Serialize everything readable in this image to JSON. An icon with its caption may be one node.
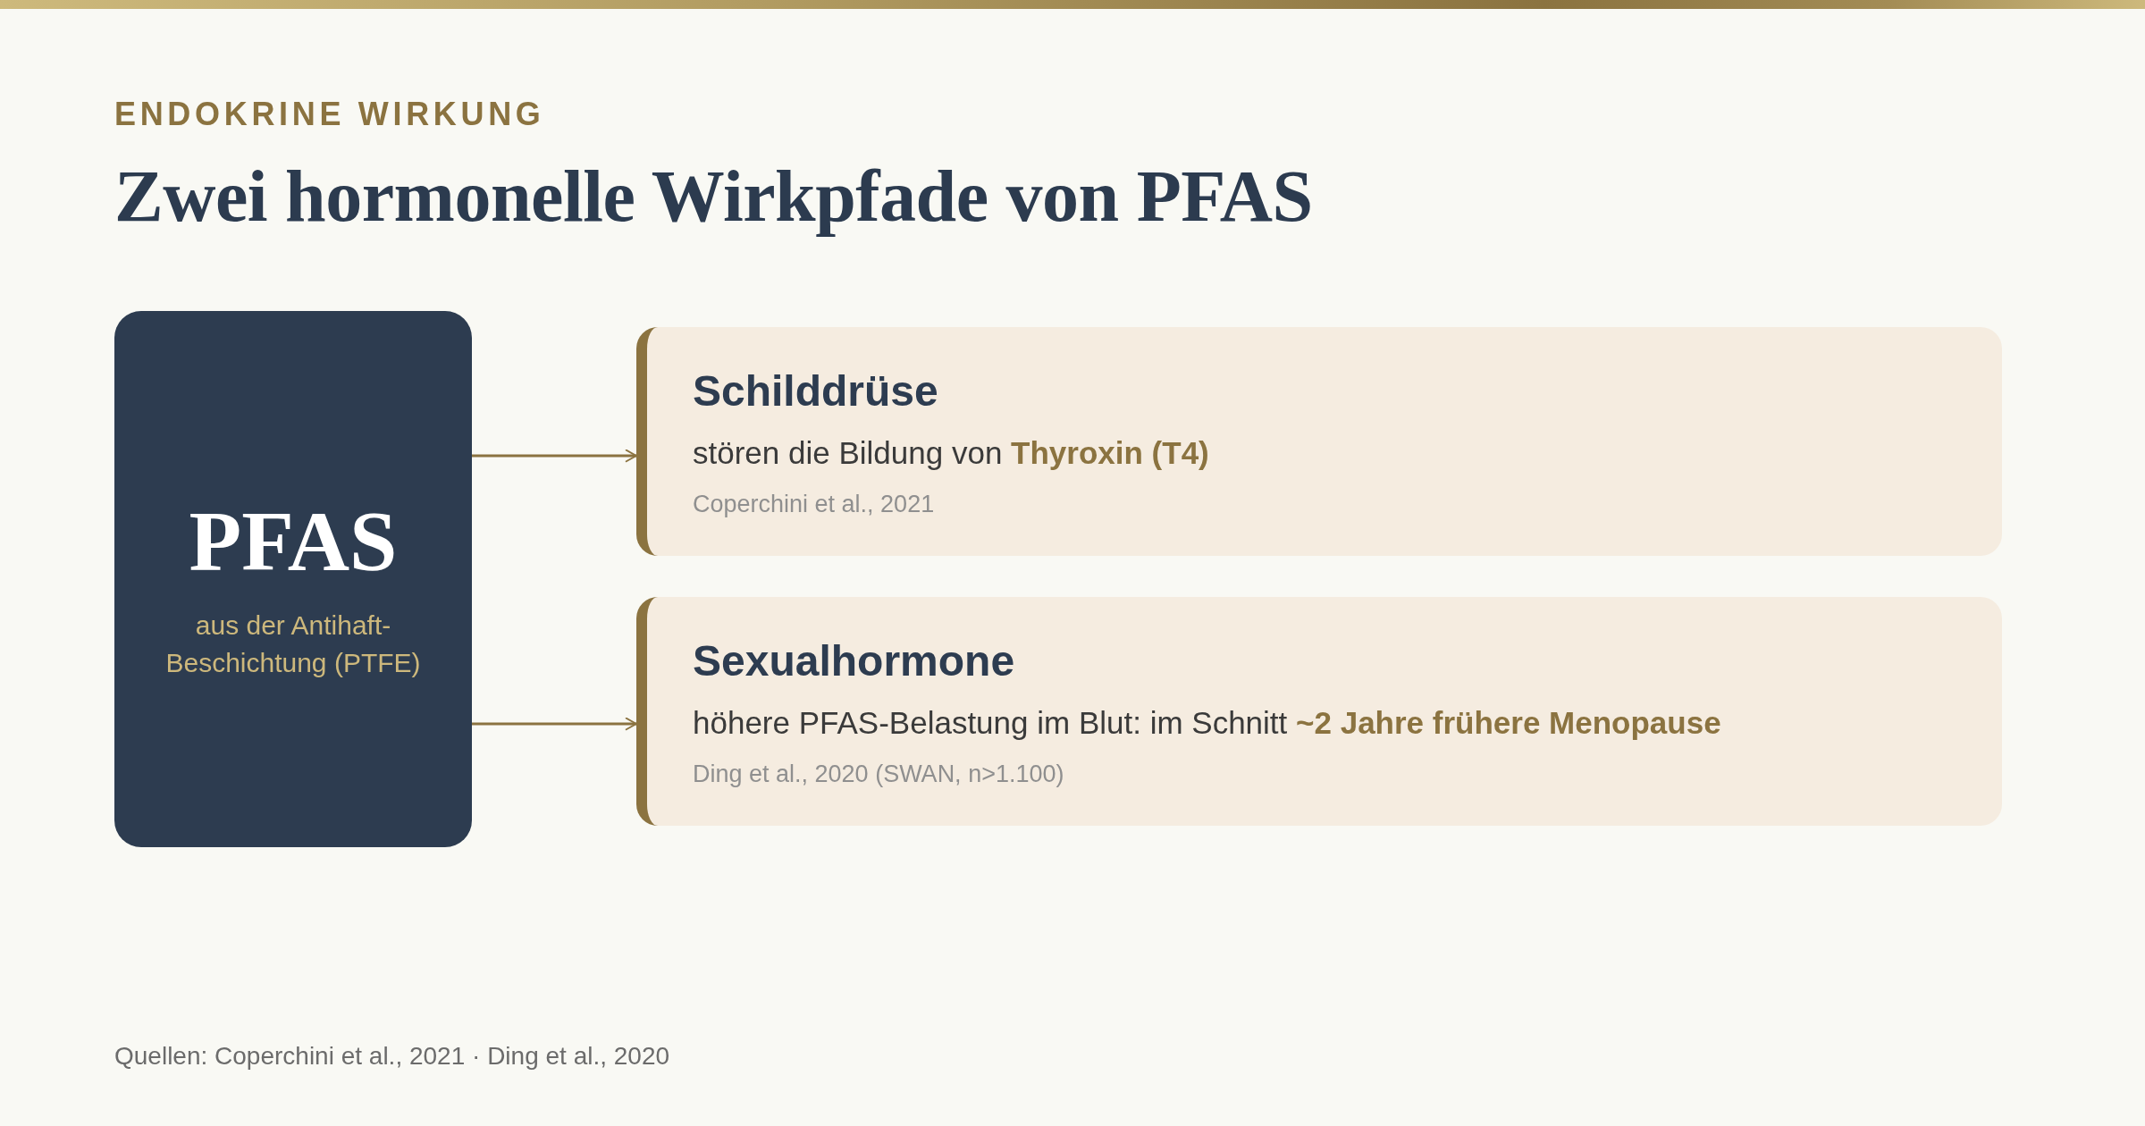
{
  "diagram": {
    "title": "Zwei hormonelle Wirkpfade von PFAS",
    "nodes": [
      {
        "text": [
          "PFAS",
          "aus der Antihaft-Beschichtung (PTFE)"
        ]
      },
      {
        "text": [
          "Schilddrüse",
          "stören die Bildung von **Thyroxin (T4)**",
          "Coperchini et al., 2021"
        ]
      },
      {
        "text": [
          "Sexualhormone",
          "höhere PFAS-Belastung im Blut: im Schnitt **~2 Jahre frühere Menopause**",
          "Ding et al., 2020 (SWAN, n>1.100)"
        ]
      }
    ],
    "edges": [
      {
        "from": 0,
        "to": 1,
        "arrow": "to"
      },
      {
        "from": 0,
        "to": 2,
        "arrow": "to"
      }
    ],
    "labels": [
      "ENDOKRINE WIRKUNG",
      "Quellen: Coperchini et al., 2021 · Ding et al., 2020"
    ]
  }
}
